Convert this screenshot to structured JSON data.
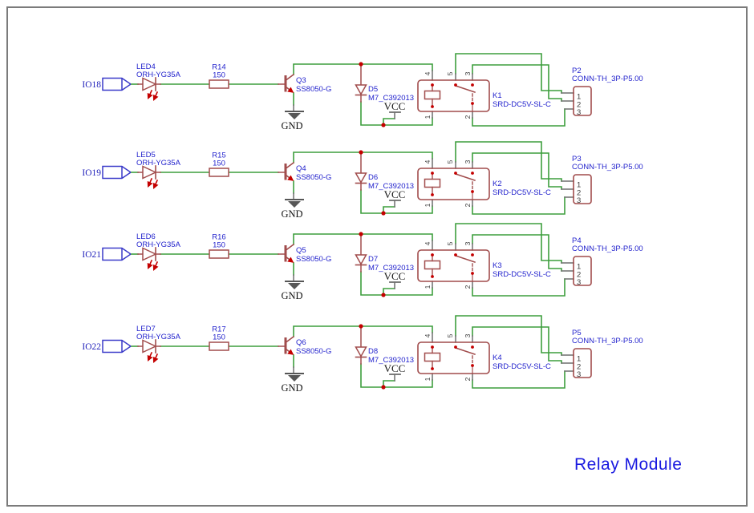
{
  "title": "Relay Module",
  "power": {
    "vcc_label": "VCC",
    "gnd_label": "GND"
  },
  "relay_pin_numbers": {
    "top": [
      "4",
      "5",
      "3"
    ],
    "bottom": [
      "1",
      "2"
    ]
  },
  "connector_pin_numbers": [
    "1",
    "2",
    "3"
  ],
  "colors": {
    "wire_green": "#3d9e3d",
    "component_red": "#a14c4c",
    "accent_red": "#c40000",
    "label_blue": "#2323cd",
    "port_blue": "#3a3ac9",
    "io_text_blue": "#2222bb",
    "pin_gray": "#6e6e6e",
    "pin_number_gray": "#3c3c3c",
    "gnd_symbol_gray": "#565656",
    "power_text_black": "#141414",
    "title_blue": "#1a1ae0",
    "frame_gray": "#7b7b7b"
  },
  "rows": [
    {
      "io": "IO18",
      "led_ref": "LED4",
      "led_part": "ORH-YG35A",
      "res_ref": "R14",
      "res_val": "150",
      "q_ref": "Q3",
      "q_part": "SS8050-G",
      "d_ref": "D5",
      "d_part": "M7_C392013",
      "relay_ref": "K1",
      "relay_part": "SRD-DC5V-SL-C",
      "conn_ref": "P2",
      "conn_part": "CONN-TH_3P-P5.00"
    },
    {
      "io": "IO19",
      "led_ref": "LED5",
      "led_part": "ORH-YG35A",
      "res_ref": "R15",
      "res_val": "150",
      "q_ref": "Q4",
      "q_part": "SS8050-G",
      "d_ref": "D6",
      "d_part": "M7_C392013",
      "relay_ref": "K2",
      "relay_part": "SRD-DC5V-SL-C",
      "conn_ref": "P3",
      "conn_part": "CONN-TH_3P-P5.00"
    },
    {
      "io": "IO21",
      "led_ref": "LED6",
      "led_part": "ORH-YG35A",
      "res_ref": "R16",
      "res_val": "150",
      "q_ref": "Q5",
      "q_part": "SS8050-G",
      "d_ref": "D7",
      "d_part": "M7_C392013",
      "relay_ref": "K3",
      "relay_part": "SRD-DC5V-SL-C",
      "conn_ref": "P4",
      "conn_part": "CONN-TH_3P-P5.00"
    },
    {
      "io": "IO22",
      "led_ref": "LED7",
      "led_part": "ORH-YG35A",
      "res_ref": "R17",
      "res_val": "150",
      "q_ref": "Q6",
      "q_part": "SS8050-G",
      "d_ref": "D8",
      "d_part": "M7_C392013",
      "relay_ref": "K4",
      "relay_part": "SRD-DC5V-SL-C",
      "conn_ref": "P5",
      "conn_part": "CONN-TH_3P-P5.00"
    }
  ],
  "row_offsets": [
    0,
    110,
    212,
    327
  ]
}
